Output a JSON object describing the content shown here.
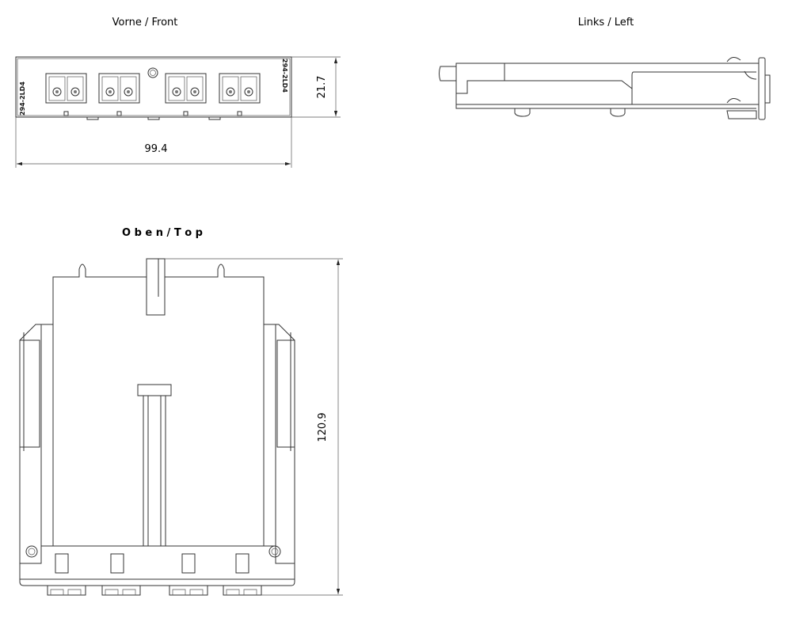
{
  "views": {
    "front": {
      "title": "Vorne / Front",
      "part_label_left": "294-2LD4",
      "part_label_right": "294-2LD4",
      "width_dim": "99.4",
      "height_dim": "21.7"
    },
    "left": {
      "title": "Links / Left"
    },
    "top": {
      "title": "O b e n  /  T o p",
      "length_dim": "120.9"
    }
  },
  "colors": {
    "line": "#333333",
    "background": "#ffffff"
  }
}
